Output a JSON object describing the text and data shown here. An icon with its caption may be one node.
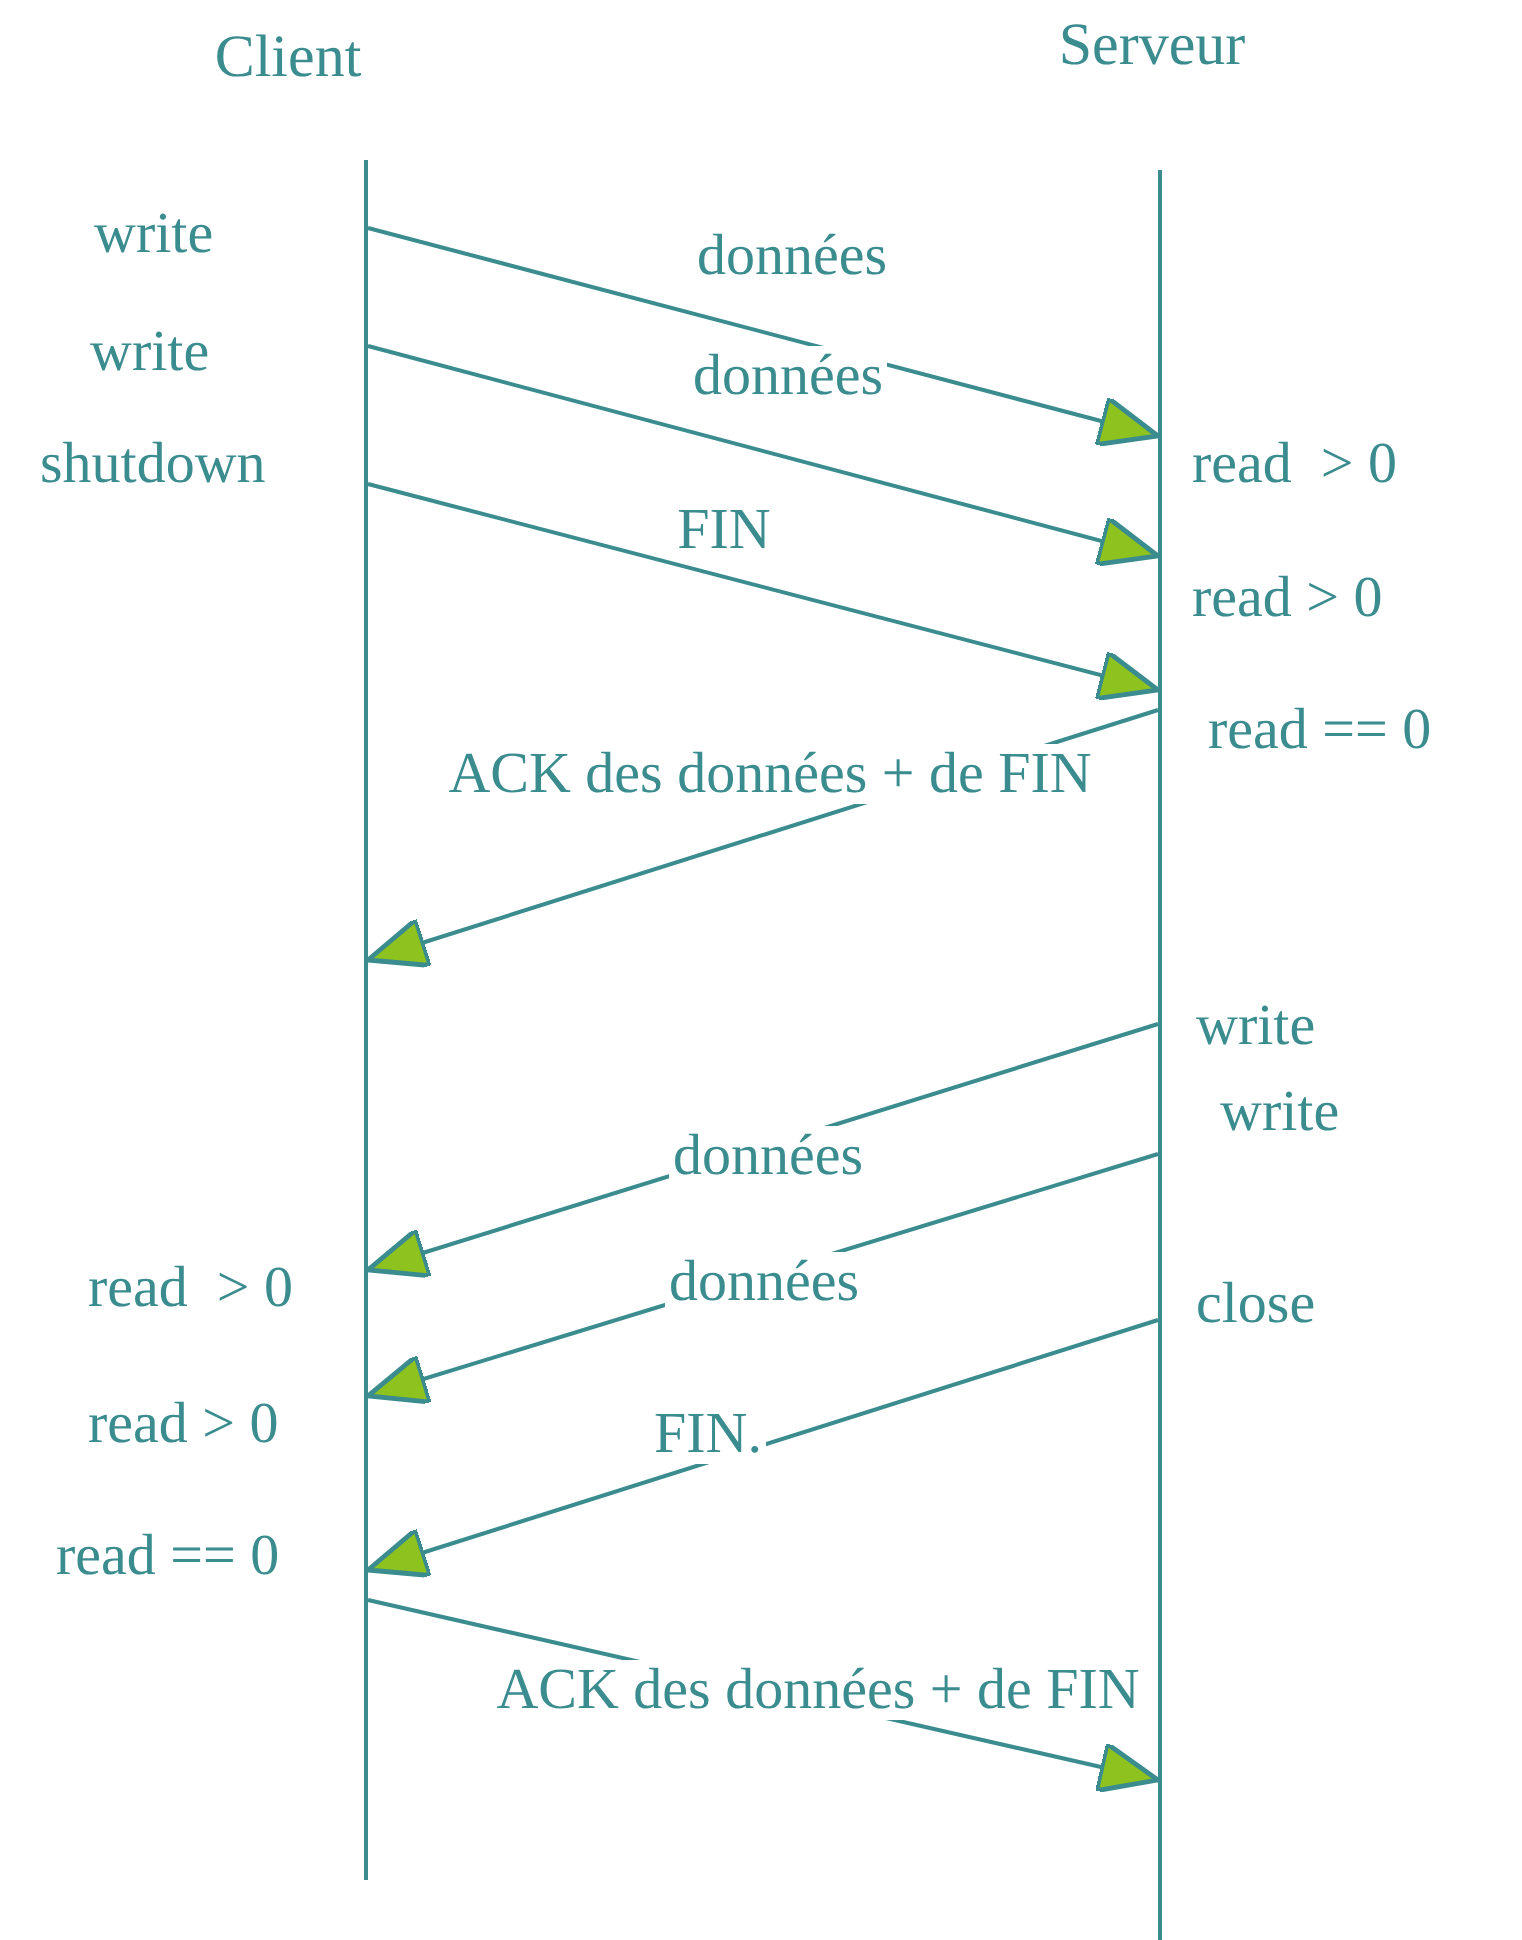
{
  "diagram": {
    "nodes": [
      {
        "text": [],
        "shape": "bar",
        "beside": [
          "Client"
        ]
      },
      {
        "text": [],
        "shape": "bar",
        "beside": [
          "Serveur"
        ]
      }
    ],
    "edges": [
      {
        "from": 0,
        "to": 1,
        "arrow": "to",
        "label": "données"
      },
      {
        "from": 0,
        "to": 1,
        "arrow": "to",
        "label": "données"
      },
      {
        "from": 0,
        "to": 1,
        "arrow": "to",
        "label": "FIN"
      },
      {
        "from": 1,
        "to": 0,
        "arrow": "to",
        "label": "ACK des données + de FIN"
      },
      {
        "from": 1,
        "to": 0,
        "arrow": "to",
        "label": "données"
      },
      {
        "from": 1,
        "to": 0,
        "arrow": "to",
        "label": "données"
      },
      {
        "from": 1,
        "to": 0,
        "arrow": "to",
        "label": "FIN."
      },
      {
        "from": 0,
        "to": 1,
        "arrow": "to",
        "label": "ACK des données + de FIN"
      }
    ],
    "labels": [
      "write",
      "write",
      "shutdown",
      "read  > 0",
      "read > 0",
      "read == 0",
      "write",
      "write",
      "read  > 0",
      "close",
      "read > 0",
      "read == 0"
    ]
  }
}
